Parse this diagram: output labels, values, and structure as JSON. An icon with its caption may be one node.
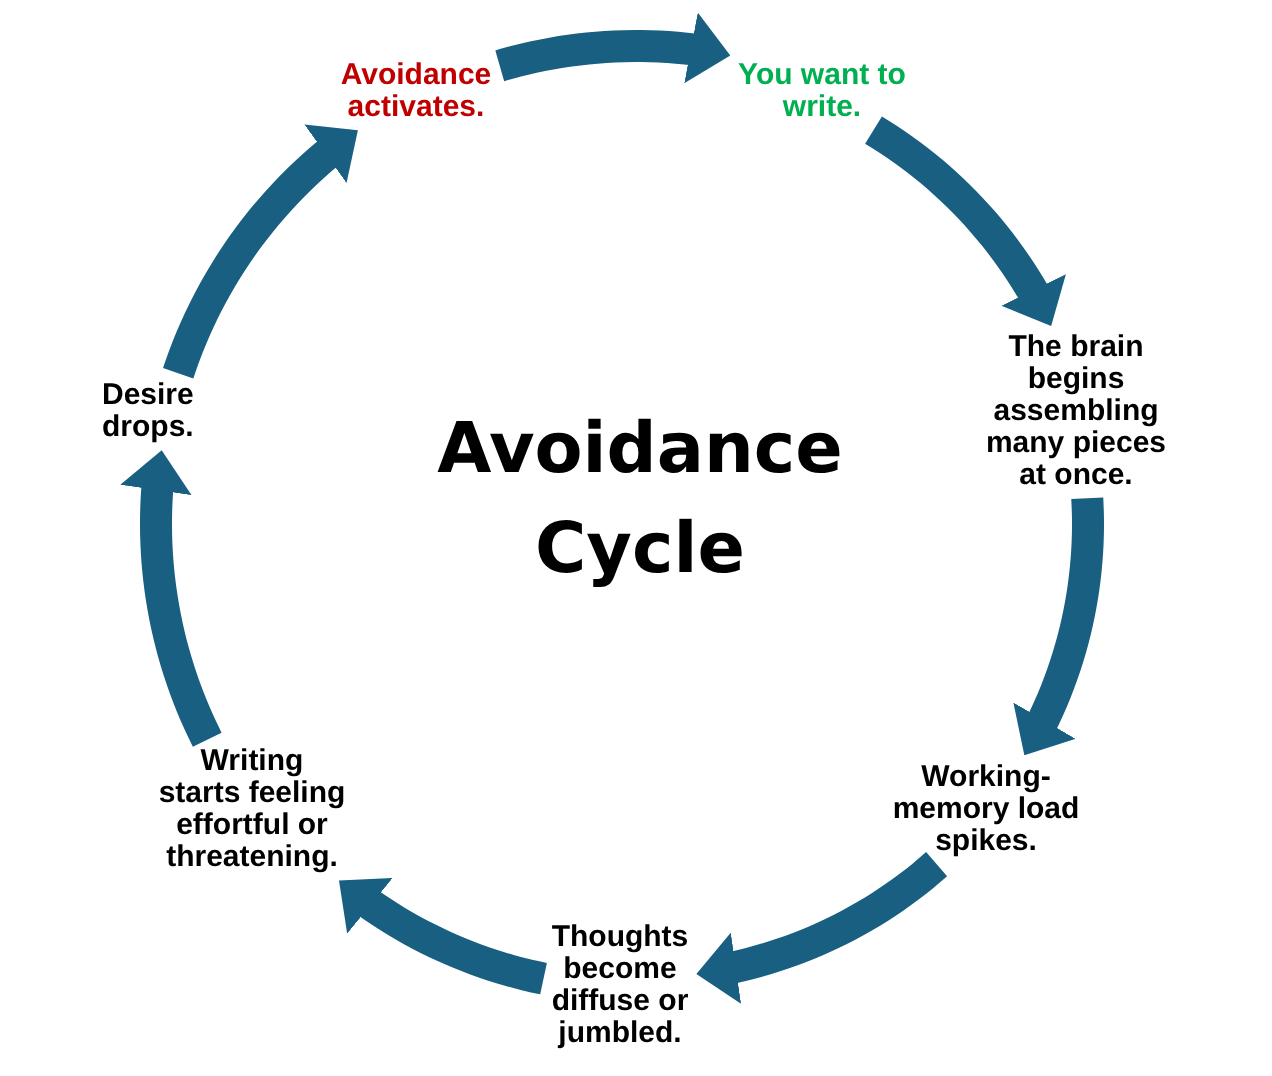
{
  "diagram": {
    "title": "Avoidance Cycle",
    "nodes": [
      {
        "text": [
          "Avoidance activates."
        ]
      },
      {
        "text": [
          "You want to write."
        ]
      },
      {
        "text": [
          "The brain begins assembling many pieces at once."
        ]
      },
      {
        "text": [
          "Working-memory load spikes."
        ]
      },
      {
        "text": [
          "Thoughts become diffuse or jumbled."
        ]
      },
      {
        "text": [
          "Writing starts feeling effortful or threatening."
        ]
      },
      {
        "text": [
          "Desire drops."
        ]
      }
    ],
    "edges": [
      {
        "from": 0,
        "to": 1,
        "arrow": "to"
      },
      {
        "from": 1,
        "to": 2,
        "arrow": "to"
      },
      {
        "from": 2,
        "to": 3,
        "arrow": "to"
      },
      {
        "from": 3,
        "to": 4,
        "arrow": "to"
      },
      {
        "from": 4,
        "to": 5,
        "arrow": "to"
      },
      {
        "from": 5,
        "to": 6,
        "arrow": "to"
      },
      {
        "from": 6,
        "to": 0,
        "arrow": "to"
      }
    ]
  }
}
